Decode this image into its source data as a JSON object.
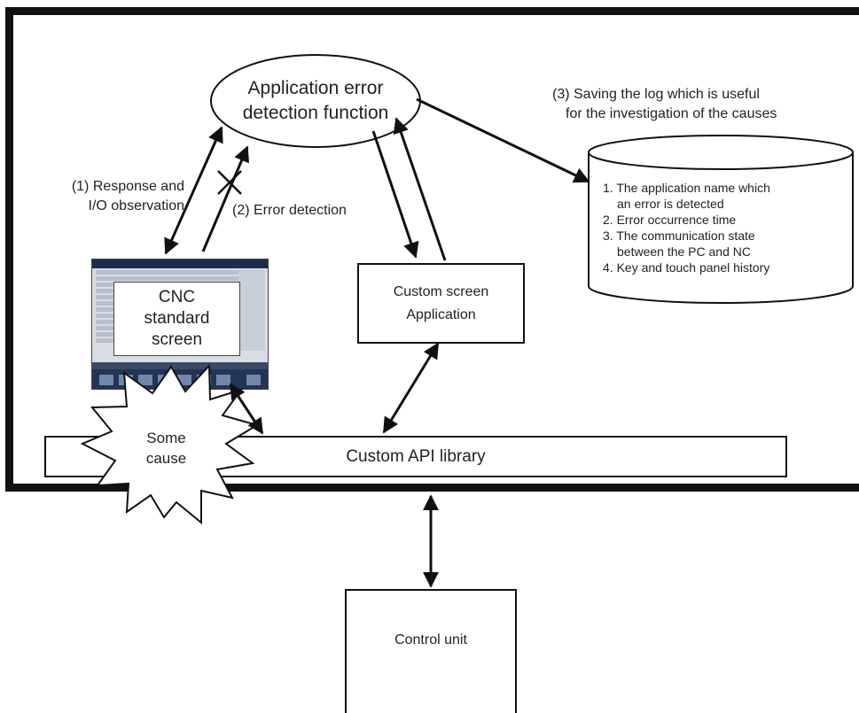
{
  "detection": {
    "title_line1": "Application error",
    "title_line2": "detection function"
  },
  "steps": {
    "response_line1": "(1) Response and",
    "response_line2": "I/O observation",
    "error_detection": "(2) Error detection",
    "saving_line1": "(3) Saving the log which is useful",
    "saving_line2": "for the investigation of the causes"
  },
  "log_items": [
    "1. The application name which",
    "an error is detected",
    "2. Error occurrence time",
    "3. The communication state",
    "between the PC and NC",
    "4. Key and touch panel history"
  ],
  "cnc_screen": {
    "line1": "CNC",
    "line2": "standard",
    "line3": "screen"
  },
  "custom_screen": {
    "line1": "Custom screen",
    "line2": "Application"
  },
  "cause": {
    "line1": "Some",
    "line2": "cause"
  },
  "api_library": "Custom API library",
  "control_unit": "Control unit",
  "colors": {
    "stroke": "#111111",
    "background": "#ffffff"
  }
}
